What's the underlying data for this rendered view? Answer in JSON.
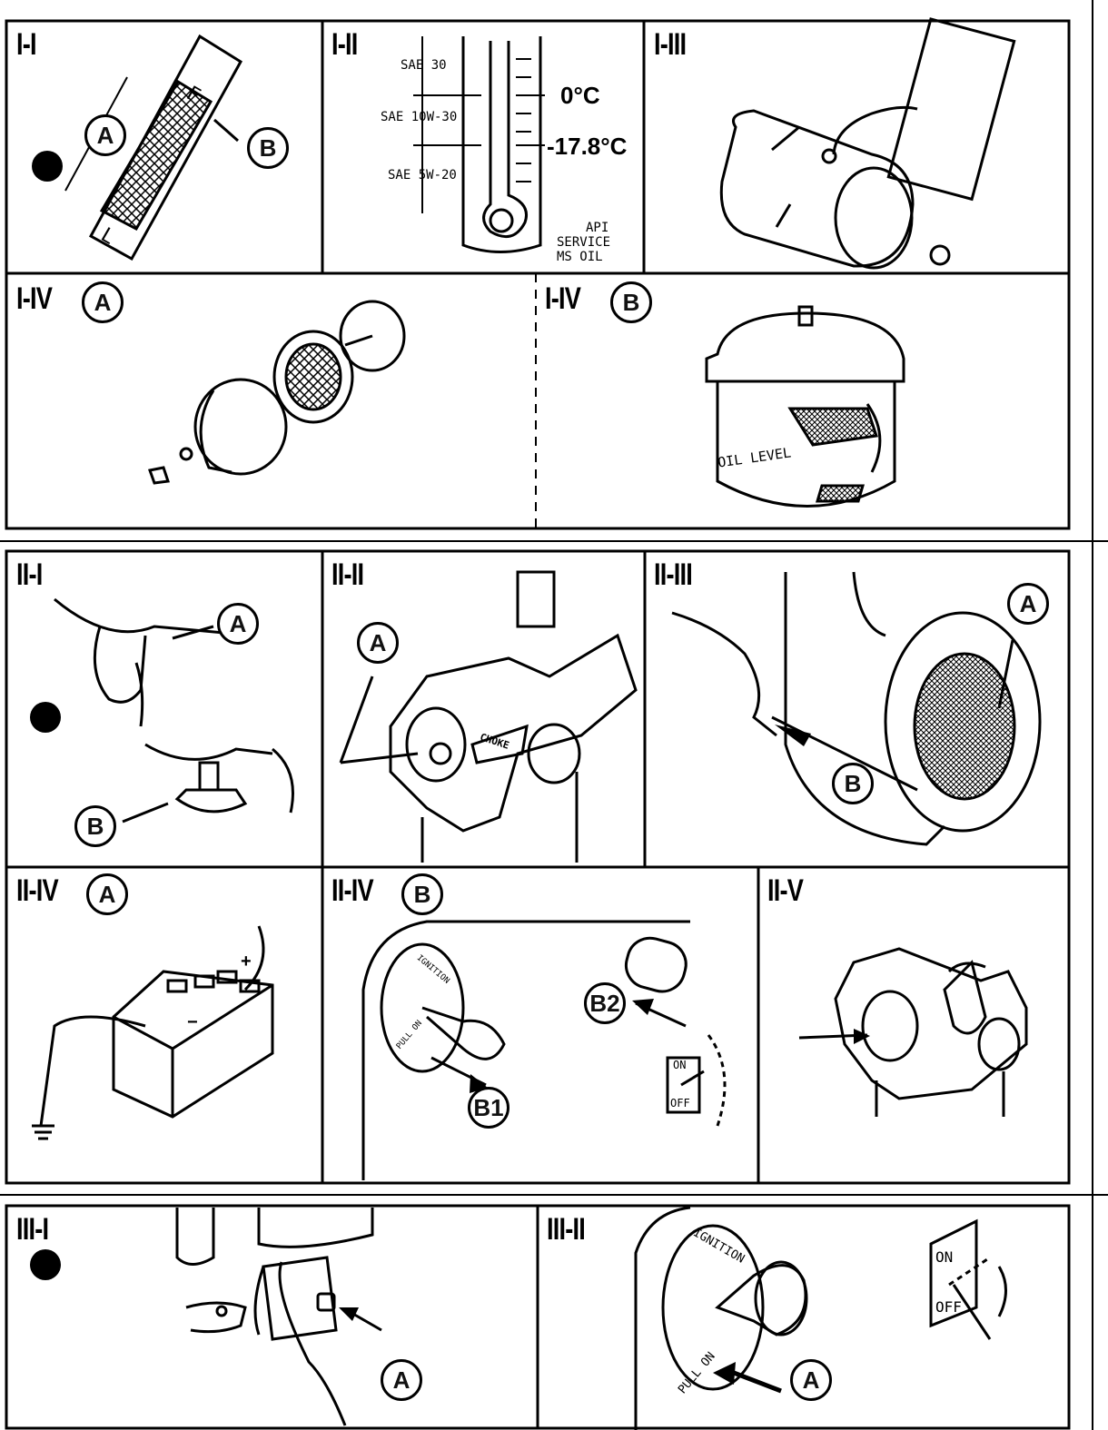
{
  "sections": {
    "one": {
      "panels": {
        "p1": {
          "label": "I-I",
          "callout_a": "A",
          "callout_b": "B",
          "tag_top": "F",
          "tag_bottom": "L"
        },
        "p2": {
          "label": "I-II",
          "grades": [
            "SAE 30",
            "SAE 10W-30",
            "SAE 5W-20"
          ],
          "temp_high": "0°C",
          "temp_low": "-17.8°C",
          "api_line1": "API",
          "api_line2": "SERVICE",
          "api_line3": "MS OIL"
        },
        "p3": {
          "label": "I-III"
        },
        "p4a": {
          "label": "I-IV",
          "suffix": "A"
        },
        "p4b": {
          "label": "I-IV",
          "suffix": "B",
          "oil_level": "OIL LEVEL"
        }
      }
    },
    "two": {
      "panels": {
        "p1": {
          "label": "II-I",
          "callout_a": "A",
          "callout_b": "B"
        },
        "p2": {
          "label": "II-II",
          "callout_a": "A",
          "choke": "CHOKE"
        },
        "p3": {
          "label": "II-III",
          "callout_a": "A",
          "callout_b": "B"
        },
        "p4a": {
          "label": "II-IV",
          "suffix": "A",
          "plus": "+",
          "minus": "−"
        },
        "p4b": {
          "label": "II-IV",
          "suffix": "B",
          "ignition": "IGNITION",
          "pull_on": "PULL ON",
          "b1": "B1",
          "b2": "B2",
          "on": "ON",
          "off": "OFF"
        },
        "p5": {
          "label": "II-V"
        }
      }
    },
    "three": {
      "panels": {
        "p1": {
          "label": "III-I",
          "callout_a": "A"
        },
        "p2": {
          "label": "III-II",
          "callout_a": "A",
          "ignition": "IGNITION",
          "pull_on": "PULL ON",
          "on": "ON",
          "off": "OFF"
        }
      }
    }
  }
}
